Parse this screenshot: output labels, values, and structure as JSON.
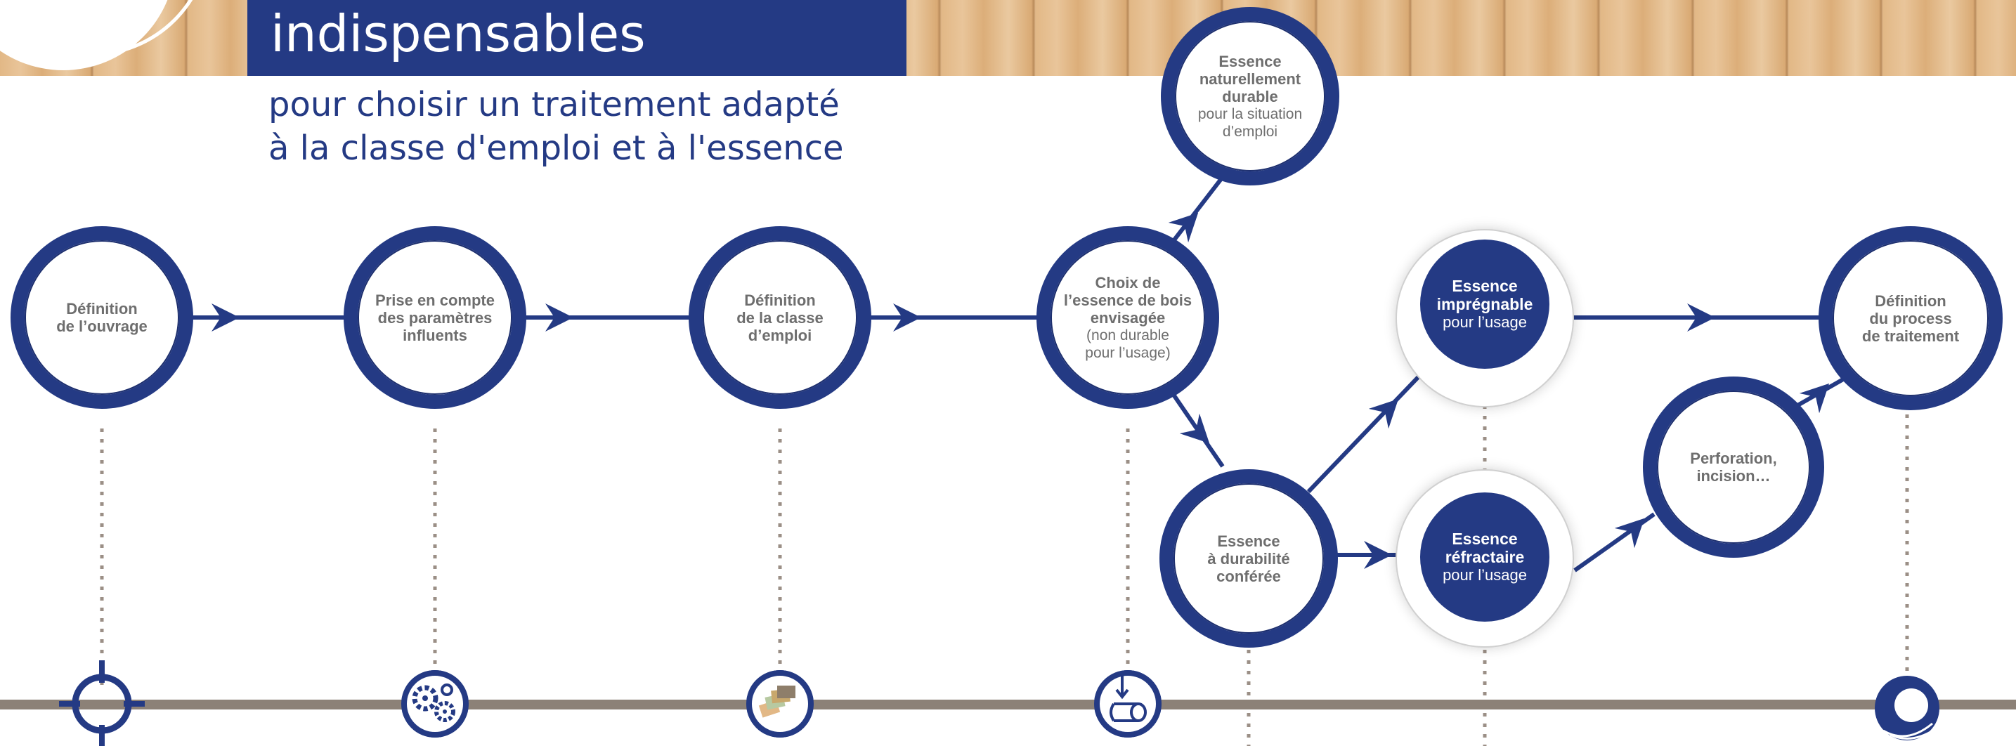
{
  "header": {
    "title": "indispensables",
    "subtitle_line1": "pour choisir un traitement adapté",
    "subtitle_line2": "à la classe d'emploi et à l'essence"
  },
  "colors": {
    "primary": "#243a84",
    "text_grey": "#6e6e6e",
    "timeline": "#8c8177",
    "wood": "#e2b886"
  },
  "nodes": [
    {
      "id": "ouvrage",
      "lines": [
        "Définition",
        "de l’ouvrage"
      ],
      "sub": []
    },
    {
      "id": "parametres",
      "lines": [
        "Prise en compte",
        "des paramètres",
        "influents"
      ],
      "sub": []
    },
    {
      "id": "classe",
      "lines": [
        "Définition",
        "de la classe",
        "d’emploi"
      ],
      "sub": []
    },
    {
      "id": "choix",
      "lines": [
        "Choix de",
        "l’essence de bois",
        "envisagée"
      ],
      "sub": [
        "(non durable",
        "pour l’usage)"
      ]
    },
    {
      "id": "naturelle",
      "lines": [
        "Essence",
        "naturellement",
        "durable"
      ],
      "sub": [
        "pour la situation",
        "d’emploi"
      ]
    },
    {
      "id": "conferee",
      "lines": [
        "Essence",
        "à durabilité",
        "conférée"
      ],
      "sub": []
    },
    {
      "id": "impregnable",
      "lines": [
        "Essence",
        "imprégnable"
      ],
      "sub": [
        "pour l’usage"
      ]
    },
    {
      "id": "refractaire",
      "lines": [
        "Essence",
        "réfractaire"
      ],
      "sub": [
        "pour l’usage"
      ]
    },
    {
      "id": "perforation",
      "lines": [
        "Perforation,",
        "incision…"
      ],
      "sub": []
    },
    {
      "id": "process",
      "lines": [
        "Définition",
        "du process",
        "de traitement"
      ],
      "sub": []
    }
  ],
  "timeline_icons": [
    "target-icon",
    "gears-icon",
    "wood-samples-icon",
    "log-icon",
    "ring-icon"
  ]
}
